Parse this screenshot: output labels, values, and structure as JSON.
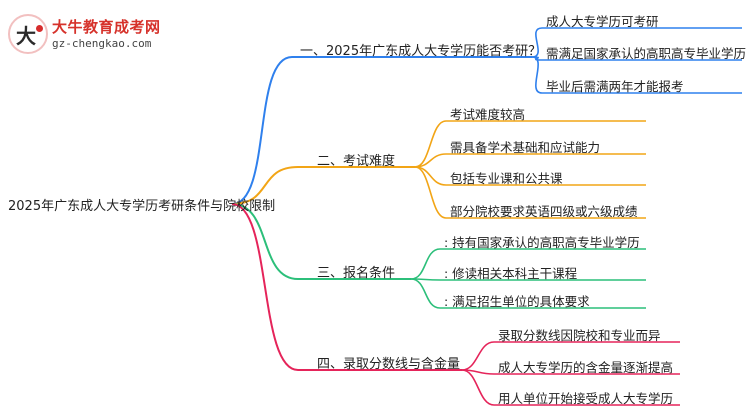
{
  "logo": {
    "name": "大牛教育成考网",
    "url": "gz-chengkao.com"
  },
  "root": "2025年广东成人大专学历考研条件与院校限制",
  "branches": [
    {
      "label": "一、2025年广东成人大专学历能否考研？",
      "color": "#2f80ed",
      "leaves": [
        "成人大专学历可考研",
        "需满足国家承认的高职高专毕业学历",
        "毕业后需满两年才能报考"
      ]
    },
    {
      "label": "二、考试难度",
      "color": "#f2a516",
      "leaves": [
        "考试难度较高",
        "需具备学术基础和应试能力",
        "包括专业课和公共课",
        "部分院校要求英语四级或六级成绩"
      ]
    },
    {
      "label": "三、报名条件",
      "color": "#2cbf7a",
      "leaves": [
        ": 持有国家承认的高职高专毕业学历",
        ": 修读相关本科主干课程",
        ": 满足招生单位的具体要求"
      ]
    },
    {
      "label": "四、录取分数线与含金量",
      "color": "#e5245a",
      "leaves": [
        "录取分数线因院校和专业而异",
        "成人大专学历的含金量逐渐提高",
        "用人单位开始接受成人大专学历"
      ]
    }
  ]
}
